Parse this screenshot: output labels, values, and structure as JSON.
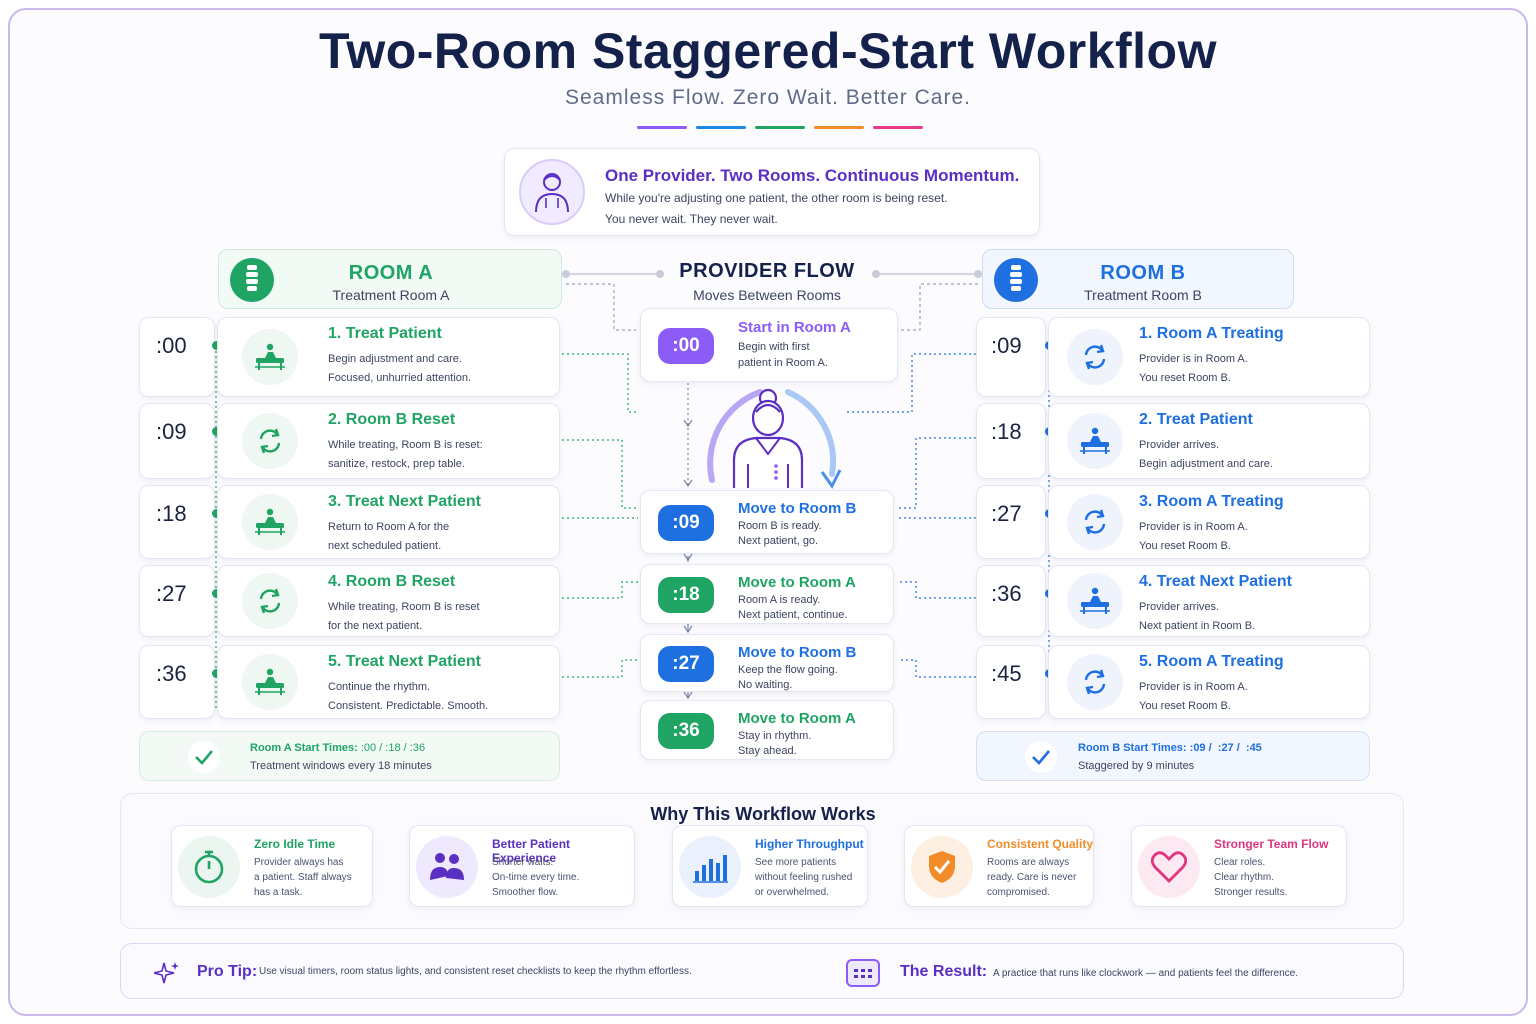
{
  "header": {
    "title": "Two-Room Staggered-Start Workflow",
    "subtitle": "Seamless Flow. Zero Wait. Better Care.",
    "accent_colors": [
      "#8b5cf6",
      "#1e88e5",
      "#1fa463",
      "#f28c28",
      "#e93c8a"
    ]
  },
  "intro": {
    "title": "One Provider. Two Rooms. Continuous Momentum.",
    "line1": "While you're adjusting one patient, the other room is being reset.",
    "line2": "You never wait. They never wait."
  },
  "room_a": {
    "title": "ROOM A",
    "subtitle": "Treatment Room A",
    "color": "#1fa463",
    "steps": [
      {
        "time": ":00",
        "title": "1. Treat Patient",
        "line1": "Begin adjustment and care.",
        "line2": "Focused, unhurried attention.",
        "icon": "table-icon"
      },
      {
        "time": ":09",
        "title": "2. Room B Reset",
        "line1": "While treating, Room B is reset:",
        "line2": "sanitize, restock, prep table.",
        "icon": "refresh-icon"
      },
      {
        "time": ":18",
        "title": "3. Treat Next Patient",
        "line1": "Return to Room A for the",
        "line2": "next scheduled patient.",
        "icon": "table-icon"
      },
      {
        "time": ":27",
        "title": "4. Room B Reset",
        "line1": "While treating, Room B is reset",
        "line2": "for the next patient.",
        "icon": "refresh-icon"
      },
      {
        "time": ":36",
        "title": "5. Treat Next Patient",
        "line1": "Continue the rhythm.",
        "line2": "Consistent. Predictable. Smooth.",
        "icon": "table-icon"
      }
    ],
    "summary_label": "Room A Start Times:",
    "summary_times": ":00 / :18 / :36",
    "summary_sub": "Treatment windows every 18 minutes"
  },
  "room_b": {
    "title": "ROOM B",
    "subtitle": "Treatment Room B",
    "color": "#1e6fe0",
    "steps": [
      {
        "time": ":09",
        "title": "1. Room A Treating",
        "line1": "Provider is in Room A.",
        "line2": "You reset Room B.",
        "icon": "refresh-icon"
      },
      {
        "time": ":18",
        "title": "2. Treat Patient",
        "line1": "Provider arrives.",
        "line2": "Begin adjustment and care.",
        "icon": "table-icon"
      },
      {
        "time": ":27",
        "title": "3. Room A Treating",
        "line1": "Provider is in Room A.",
        "line2": "You reset Room B.",
        "icon": "refresh-icon"
      },
      {
        "time": ":36",
        "title": "4. Treat Next Patient",
        "line1": "Provider arrives.",
        "line2": "Next patient in Room B.",
        "icon": "table-icon"
      },
      {
        "time": ":45",
        "title": "5. Room A Treating",
        "line1": "Provider is in Room A.",
        "line2": "You reset Room B.",
        "icon": "refresh-icon"
      }
    ],
    "summary_label": "Room B Start Times:",
    "summary_times": ":09 /  :27 /  :45",
    "summary_sub": "Staggered by 9 minutes"
  },
  "provider_flow": {
    "title": "PROVIDER FLOW",
    "subtitle": "Moves Between Rooms",
    "steps": [
      {
        "time": ":00",
        "title": "Start in Room A",
        "line1": "Begin with first",
        "line2": "patient in Room A.",
        "color": "#8b5cf6"
      },
      {
        "time": ":09",
        "title": "Move to Room B",
        "line1": "Room B is ready.",
        "line2": "Next patient, go.",
        "color": "#1e6fe0"
      },
      {
        "time": ":18",
        "title": "Move to Room A",
        "line1": "Room A is ready.",
        "line2": "Next patient, continue.",
        "color": "#1fa463"
      },
      {
        "time": ":27",
        "title": "Move to Room B",
        "line1": "Keep the flow going.",
        "line2": "No waiting.",
        "color": "#1e6fe0"
      },
      {
        "time": ":36",
        "title": "Move to Room A",
        "line1": "Stay in rhythm.",
        "line2": "Stay ahead.",
        "color": "#1fa463"
      }
    ]
  },
  "why": {
    "title": "Why This Workflow Works",
    "items": [
      {
        "title": "Zero Idle Time",
        "lines": [
          "Provider always has",
          "a patient. Staff always",
          "has a task."
        ],
        "color": "#1fa463",
        "icon": "stopwatch-icon"
      },
      {
        "title": "Better Patient Experience",
        "lines": [
          "Shorter waits.",
          "On-time every time.",
          "Smoother flow."
        ],
        "color": "#5a2fc2",
        "icon": "people-icon"
      },
      {
        "title": "Higher Throughput",
        "lines": [
          "See more patients",
          "without feeling rushed",
          "or overwhelmed."
        ],
        "color": "#1e6fe0",
        "icon": "bar-chart-icon"
      },
      {
        "title": "Consistent Quality",
        "lines": [
          "Rooms are always",
          "ready. Care is never",
          "compromised."
        ],
        "color": "#f28c28",
        "icon": "shield-check-icon"
      },
      {
        "title": "Stronger Team Flow",
        "lines": [
          "Clear roles.",
          "Clear rhythm.",
          "Stronger results."
        ],
        "color": "#e0357f",
        "icon": "heart-icon"
      }
    ]
  },
  "footer": {
    "tip_label": "Pro Tip:",
    "tip_text": "Use visual timers, room status lights, and consistent reset checklists to keep the rhythm effortless.",
    "result_label": "The Result:",
    "result_text": "A practice that runs like clockwork — and patients feel the difference."
  }
}
